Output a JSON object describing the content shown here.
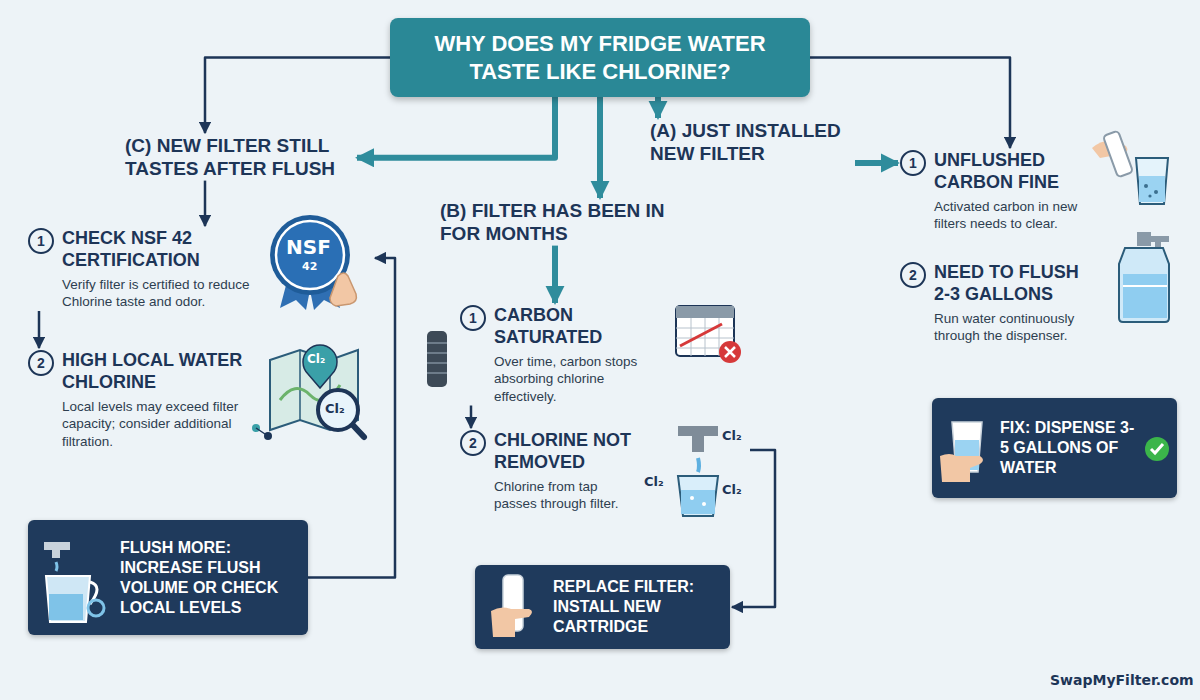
{
  "diagram": {
    "title": "WHY DOES MY FRIDGE WATER TASTE LIKE CHLORINE?",
    "nodes": [
      {
        "text": [
          "WHY DOES MY FRIDGE WATER TASTE LIKE CHLORINE?"
        ]
      },
      {
        "text": [
          "(C) NEW FILTER STILL TASTES AFTER FLUSH"
        ]
      },
      {
        "text": [
          "(B) FILTER HAS BEEN IN FOR MONTHS"
        ]
      },
      {
        "text": [
          "(A) JUST INSTALLED NEW FILTER"
        ]
      },
      {
        "text": [
          "1",
          "CHECK NSF 42 CERTIFICATION",
          "Verify filter is certified to reduce Chlorine taste and odor."
        ]
      },
      {
        "text": [
          "2",
          "HIGH LOCAL WATER CHLORINE",
          "Local levels may exceed filter capacity; consider additional filtration."
        ]
      },
      {
        "text": [
          "FLUSH MORE: INCREASE FLUSH VOLUME OR CHECK LOCAL LEVELS"
        ]
      },
      {
        "text": [
          "1",
          "CARBON SATURATED",
          "Over time, carbon stops absorbing chlorine effectively."
        ]
      },
      {
        "text": [
          "2",
          "CHLORINE NOT REMOVED",
          "Chlorine from tap passes through filter."
        ]
      },
      {
        "text": [
          "REPLACE FILTER: INSTALL NEW CARTRIDGE"
        ]
      },
      {
        "text": [
          "1",
          "UNFLUSHED CARBON FINE",
          "Activated carbon in new filters needs to clear."
        ]
      },
      {
        "text": [
          "2",
          "NEED TO FLUSH 2-3 GALLONS",
          "Run water continuously through the dispenser."
        ]
      },
      {
        "text": [
          "FIX: DISPENSE 3-5 GALLONS OF WATER"
        ]
      }
    ],
    "edges": [
      {
        "from": 0,
        "to": 1,
        "arrow": "to"
      },
      {
        "from": 0,
        "to": 1,
        "arrow": "to"
      },
      {
        "from": 0,
        "to": 2,
        "arrow": "to"
      },
      {
        "from": 0,
        "to": 3,
        "arrow": "to"
      },
      {
        "from": 0,
        "to": 10,
        "arrow": "to"
      },
      {
        "from": 1,
        "to": 4,
        "arrow": "to"
      },
      {
        "from": 3,
        "to": 10,
        "arrow": "to"
      },
      {
        "from": 4,
        "to": 5,
        "arrow": "to"
      },
      {
        "from": 6,
        "to": 4,
        "arrow": "to"
      },
      {
        "from": 2,
        "to": 7,
        "arrow": "to"
      },
      {
        "from": 7,
        "to": 8,
        "arrow": "to"
      },
      {
        "from": 8,
        "to": 9,
        "arrow": "to"
      }
    ],
    "labels": [
      "NSF",
      "42",
      "Cl₂",
      "Cl₂",
      "Cl₂",
      "Cl₂",
      "Cl₂",
      "SwapMyFilter.com"
    ]
  }
}
